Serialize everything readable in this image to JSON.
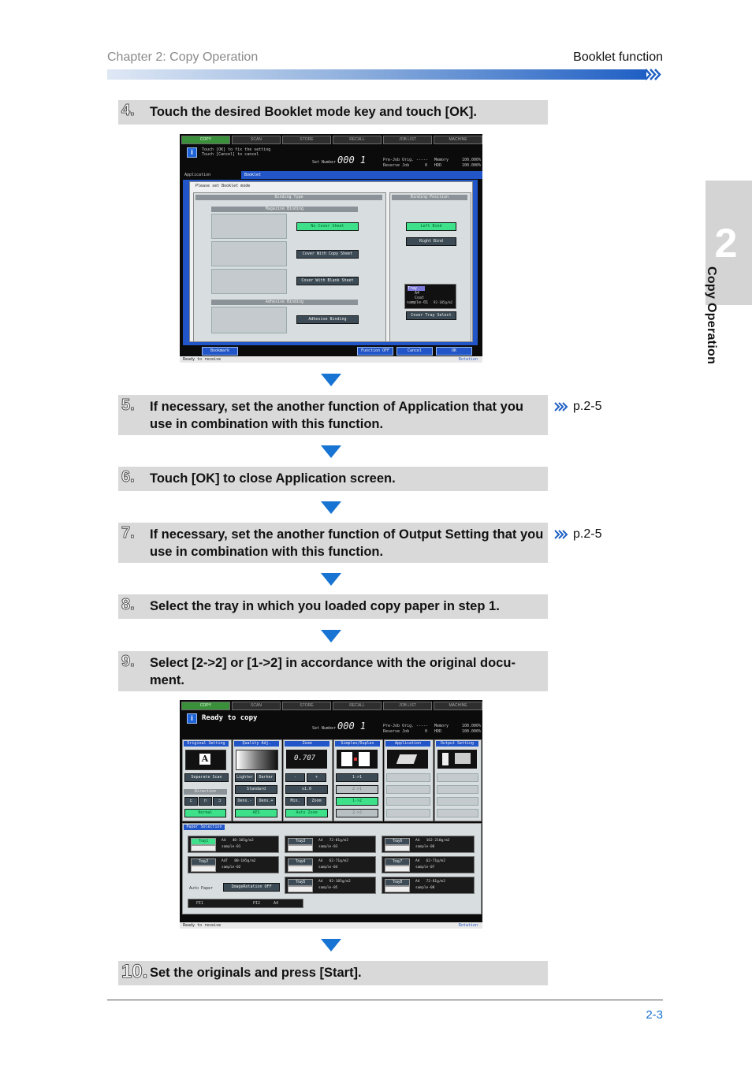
{
  "header": {
    "chapter": "Chapter 2: Copy Operation",
    "section": "Booklet function"
  },
  "side_tab": {
    "number": "2",
    "label": "Copy Operation"
  },
  "steps": [
    {
      "num": "4.",
      "text": "Touch the desired Booklet mode key and touch [OK]."
    },
    {
      "num": "5.",
      "text": "If necessary, set the another function of Application that you use in combination with this function.",
      "ref": "p.2-5"
    },
    {
      "num": "6.",
      "text": "Touch [OK] to close Application screen."
    },
    {
      "num": "7.",
      "text": "If necessary, set the another function of Output Setting that you use in combination with this function.",
      "ref": "p.2-5"
    },
    {
      "num": "8.",
      "text": "Select the tray in which you loaded copy paper in step 1."
    },
    {
      "num": "9.",
      "text": "Select [2->2] or [1->2] in accordance with the original docu-ment."
    },
    {
      "num": "10.",
      "text": "Set the originals and press [Start]."
    }
  ],
  "screen1": {
    "tabs": [
      "COPY",
      "SCAN",
      "STORE",
      "RECALL",
      "JOB LIST",
      "MACHINE"
    ],
    "message_line1": "Touch [OK] to fix the setting",
    "message_line2": "Touch [Cancel] to cancel",
    "set_number_label": "Set Number",
    "set_number": "000 1",
    "prejob_label": "Pre-Job Orig.",
    "prejob_value": "-----",
    "reserve_label": "Reserve Job",
    "reserve_value": "0",
    "memory_label": "Memory",
    "memory_value": "100.000%",
    "hdd_label": "HDD",
    "hdd_value": "100.000%",
    "crumb_app": "Application",
    "crumb_booklet": "Booklet",
    "instruction": "Please set Booklet mode",
    "binding_type": "Binding Type",
    "binding_position": "Binding Position",
    "magazine_binding": "Magazine Binding",
    "adhesive_binding": "Adhesive Binding",
    "btn_no_cover": "No Cover Sheet",
    "btn_cover_copy": "Cover With Copy Sheet",
    "btn_cover_blank": "Cover With Blank Sheet",
    "btn_adhesive": "Adhesive Binding",
    "btn_left_bind": "Left Bind",
    "btn_right_bind": "Right Bind",
    "tray_box_label": "Tray",
    "tray_box_size": "A4",
    "tray_box_type": "Coat",
    "tray_box_name": "sample-01",
    "tray_box_weight": "92-105g/m2",
    "btn_cover_tray": "Cover Tray Select",
    "btn_bookmark": "Bookmark",
    "btn_function_off": "Function OFF",
    "btn_cancel": "Cancel",
    "btn_ok": "OK",
    "status": "Ready to receive",
    "rotation": "Rotation"
  },
  "screen2": {
    "tabs": [
      "COPY",
      "SCAN",
      "STORE",
      "RECALL",
      "JOB LIST",
      "MACHINE"
    ],
    "message": "Ready to copy",
    "set_number_label": "Set Number",
    "set_number": "000 1",
    "prejob_label": "Pre-Job Orig.",
    "prejob_value": "-----",
    "reserve_label": "Reserve Job",
    "reserve_value": "0",
    "memory_label": "Memory",
    "memory_value": "100.000%",
    "hdd_label": "HDD",
    "hdd_value": "100.000%",
    "col_headers": [
      "Original Setting",
      "Quality Adj.",
      "Zoom",
      "Simplex/Duplex",
      "Application",
      "Output Setting"
    ],
    "separate_scan": "Separate Scan",
    "direction": "Direction",
    "normal": "Normal",
    "lighter": "Lighter",
    "darker": "Darker",
    "standard": "Standard",
    "dens_minus": "Dens.-",
    "dens_plus": "Dens.+",
    "aes": "AES",
    "zoom_value": "0.707",
    "zoom_minus": "-",
    "zoom_plus": "+",
    "zoom_x1": "x1.0",
    "zoom_min": "Min.",
    "zoom_set": "Zoom",
    "auto_zoom": "Auto Zoom",
    "duplex_1_1": "1->1",
    "duplex_2_1": "2->1",
    "duplex_1_2": "1->2",
    "duplex_2_2": "2->2",
    "paper_selection": "Paper Selection",
    "trays": [
      {
        "label": "Tray1",
        "size": "A4",
        "weight": "40-105g/m2",
        "name": "sample-01",
        "active": true
      },
      {
        "label": "Tray2",
        "size": "A4T",
        "weight": "80-105g/m2",
        "name": "sample-02",
        "active": false
      },
      {
        "label": "Tray3",
        "size": "A4",
        "weight": "72-81g/m2",
        "name": "sample-03",
        "active": false
      },
      {
        "label": "Tray4",
        "size": "A4",
        "weight": "62-71g/m2",
        "name": "sample-04",
        "active": false
      },
      {
        "label": "Tray5",
        "size": "A4",
        "weight": "92-105g/m2",
        "name": "sample-05",
        "active": false
      },
      {
        "label": "Tray6",
        "size": "A4",
        "weight": "162-210g/m2",
        "name": "sample-06",
        "active": false
      },
      {
        "label": "Tray7",
        "size": "A4",
        "weight": "62-71g/m2",
        "name": "sample-07",
        "active": false
      },
      {
        "label": "Tray8",
        "size": "A4",
        "weight": "72-81g/m2",
        "name": "sample-08",
        "active": false
      }
    ],
    "auto_paper": "Auto Paper",
    "image_rotation": "ImageRotation OFF",
    "pi1": "PI1",
    "pi2": "PI2",
    "pi2_size": "A4",
    "status": "Ready to receive",
    "rotation": "Rotation"
  },
  "footer": {
    "page": "2-3"
  },
  "colors": {
    "accent_blue": "#1874d2",
    "step_bg": "#d9d9d9",
    "screen_green": "#3fe08a",
    "screen_blue": "#2255c8"
  }
}
